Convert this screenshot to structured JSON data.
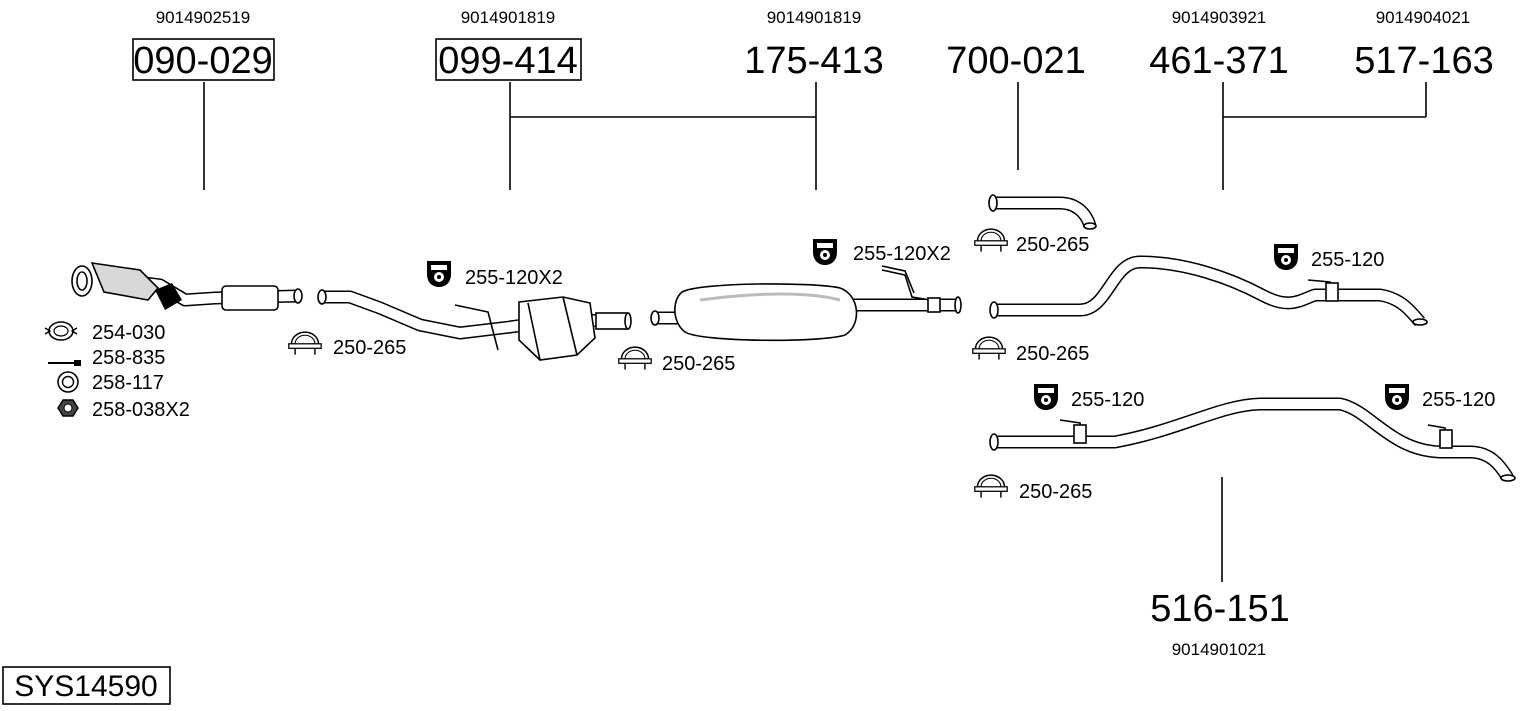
{
  "system_label": "SYS14590",
  "parts": {
    "p1": {
      "number": "090-029",
      "oe": "9014902519"
    },
    "p2": {
      "number": "099-414",
      "oe": "9014901819"
    },
    "p3": {
      "number": "175-413",
      "oe": "9014901819"
    },
    "p4": {
      "number": "700-021"
    },
    "p5": {
      "number": "461-371",
      "oe": "9014903921"
    },
    "p6": {
      "number": "517-163",
      "oe": "9014904021"
    },
    "p7": {
      "number": "516-151",
      "oe": "9014901021"
    }
  },
  "accessories": {
    "a1": "254-030",
    "a2": "258-835",
    "a3": "258-117",
    "a4": "258-038X2",
    "a5": "250-265",
    "a6": "255-120X2",
    "a7": "250-265",
    "a8": "255-120X2",
    "a9": "250-265",
    "a10": "250-265",
    "a11": "255-120",
    "a12": "255-120",
    "a13": "255-120",
    "a14": "250-265"
  },
  "icons": {
    "clamp": "clamp-icon",
    "hanger": "rubber-hanger-icon",
    "bolt": "bolt-icon",
    "ring": "ring-gasket-icon",
    "nut": "nut-icon"
  }
}
